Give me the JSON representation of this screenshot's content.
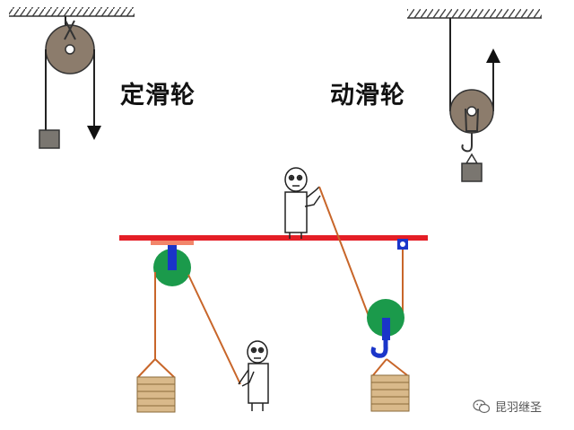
{
  "labels": {
    "fixed_pulley": "定滑轮",
    "movable_pulley": "动滑轮"
  },
  "watermark": {
    "text": "昆羽继圣",
    "icon": "wechat-icon"
  },
  "colors": {
    "beam": "#e41e26",
    "pulley_green": "#1b9a4b",
    "bracket_blue": "#1a35c9",
    "rope": "#c8662a",
    "wood": "#d9b98a",
    "pulley_gray": "#8c7c6c",
    "weight_gray": "#7a7670"
  }
}
